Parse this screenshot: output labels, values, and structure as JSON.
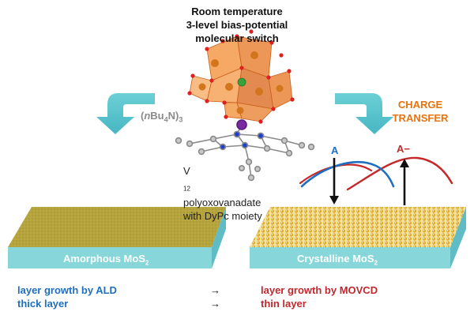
{
  "title": {
    "line1": "Room temperature",
    "line2": "3-level bias-potential",
    "line3": "molecular switch"
  },
  "counter_ion": {
    "prefix": "(",
    "italic": "n",
    "name": "Bu",
    "sub": "4",
    "suffix": "N)",
    "charge_sub": "3"
  },
  "charge_transfer": {
    "line1": "CHARGE",
    "line2": "TRANSFER"
  },
  "molecule_description": {
    "pre": "V",
    "sub": "12",
    "post": " polyoxovanadate",
    "line2": "with DyPc moiety"
  },
  "states": {
    "a": "A",
    "a_minus": "A−"
  },
  "substrates": {
    "amorphous": {
      "name": "Amorphous MoS",
      "sub": "2"
    },
    "crystalline": {
      "name": "Crystalline MoS",
      "sub": "2"
    }
  },
  "comparison": {
    "left_line1": "layer growth by ALD",
    "left_line2": "thick layer",
    "arrow1": "→",
    "arrow2": "→",
    "right_line1": "layer growth by MOVCD",
    "right_line2": "thin layer"
  },
  "colors": {
    "blue": "#1e6fc2",
    "red": "#c0282d",
    "orange": "#e8720c",
    "teal_arrow": "#56c2cc",
    "slab_side": "#86d6da",
    "amorphous_top": "#b8a640",
    "crystalline_atom": "#e3b12c"
  }
}
